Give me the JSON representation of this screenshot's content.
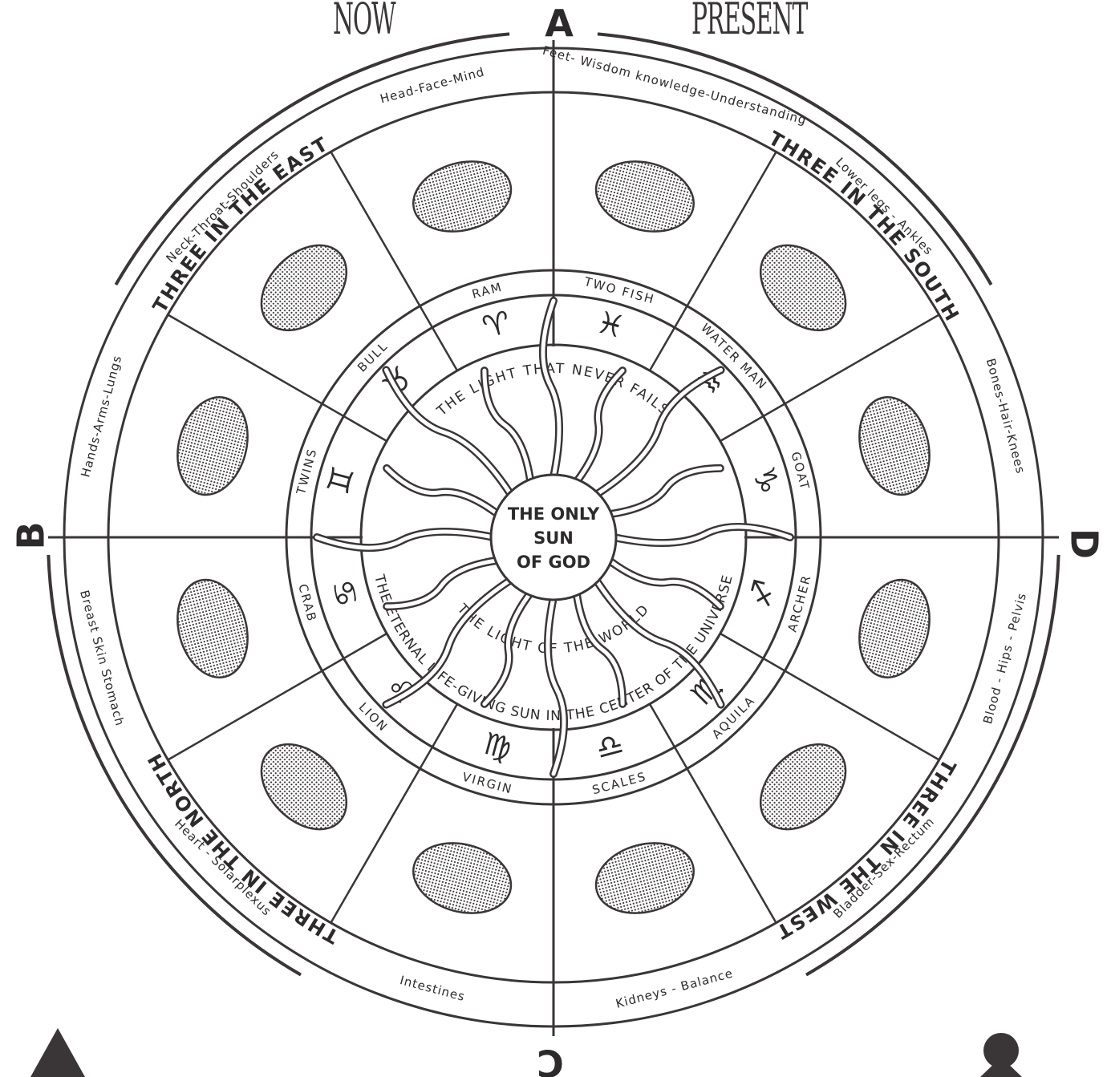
{
  "header": {
    "left_word": "NOW",
    "right_word": "PRESENT"
  },
  "compass": {
    "top": "A",
    "left": "B",
    "bottom": "C",
    "right": "D"
  },
  "directions": {
    "east": "THREE IN THE EAST",
    "south": "THREE IN THE SOUTH",
    "west": "THREE IN THE WEST",
    "north": "THREE IN THE NORTH"
  },
  "center": {
    "line1": "THE ONLY",
    "line2": "SUN",
    "line3": "OF GOD"
  },
  "center_ring": {
    "top": "THE LIGHT THAT NEVER FAILS",
    "mid": "THE LIGHT OF THE WORLD",
    "bottom": "THE ETERNAL LIFE-GIVING SUN IN THE CENTER OF THE UNIVERSE"
  },
  "signs": [
    {
      "name": "TWO FISH",
      "glyph": "♓",
      "body": "Feet- Wisdom knowledge-Understanding"
    },
    {
      "name": "WATER MAN",
      "glyph": "♒",
      "body": "Lower legs - Ankles"
    },
    {
      "name": "GOAT",
      "glyph": "♑",
      "body": "Bones-Hair-Knees"
    },
    {
      "name": "ARCHER",
      "glyph": "♐",
      "body": "Blood - Hips - Pelvis"
    },
    {
      "name": "AQUILA",
      "glyph": "♏",
      "body": "Bladder-Sex-Rectum"
    },
    {
      "name": "SCALES",
      "glyph": "♎",
      "body": "Kidneys - Balance"
    },
    {
      "name": "VIRGIN",
      "glyph": "♍",
      "body": "Intestines"
    },
    {
      "name": "LION",
      "glyph": "♌",
      "body": "Heart - Solarplexus"
    },
    {
      "name": "CRAB",
      "glyph": "♋",
      "body": "Breast Skin Stomach"
    },
    {
      "name": "TWINS",
      "glyph": "♊",
      "body": "Hands-Arms-Lungs"
    },
    {
      "name": "BULL",
      "glyph": "♉",
      "body": "Neck-Throat-Shoulders"
    },
    {
      "name": "RAM",
      "glyph": "♈",
      "body": "Head-Face-Mind"
    }
  ],
  "colors": {
    "ink": "#3a3536",
    "paper": "#ffffff"
  }
}
